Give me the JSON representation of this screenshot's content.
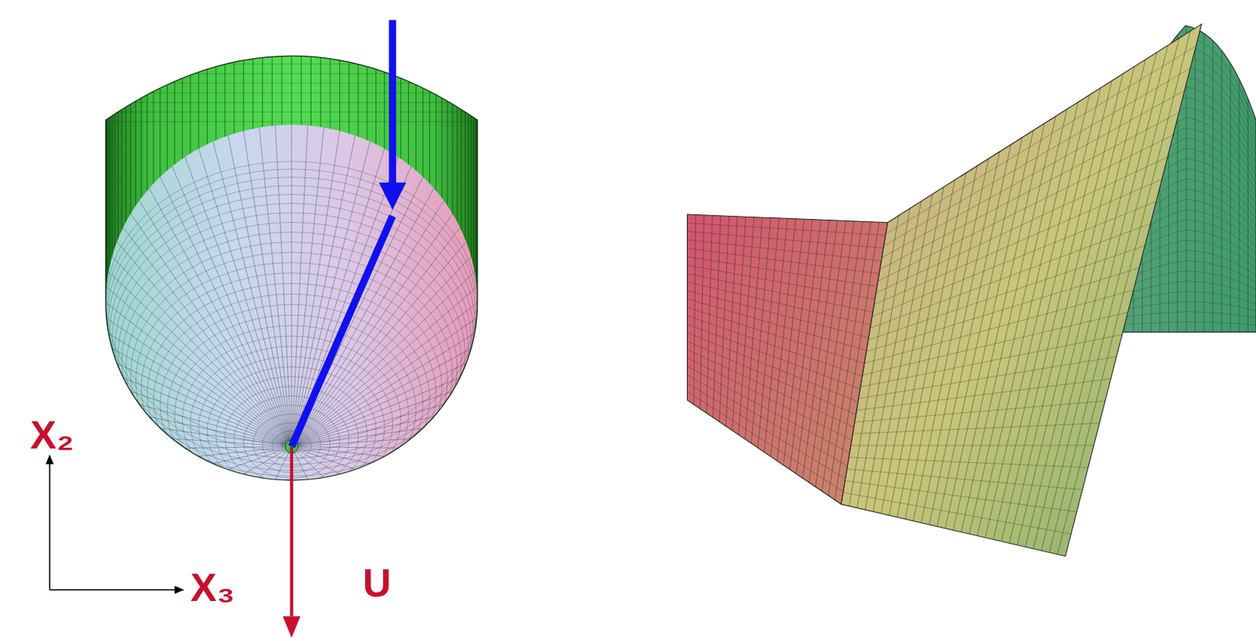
{
  "diagram": {
    "labels": [
      "X₂",
      "X₃",
      "U"
    ]
  }
}
